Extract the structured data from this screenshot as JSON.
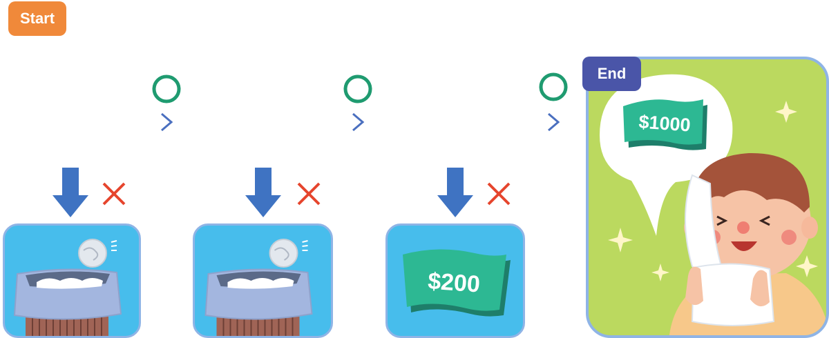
{
  "labels": {
    "start": "Start",
    "end": "End"
  },
  "steps": [
    {
      "result": "circle",
      "gesture": "down-arrow",
      "outcome": "cross",
      "scene": "trash-bin"
    },
    {
      "result": "circle",
      "gesture": "down-arrow",
      "outcome": "cross",
      "scene": "trash-bin"
    },
    {
      "result": "circle",
      "gesture": "down-arrow",
      "outcome": "cross",
      "scene": "money",
      "amount": "$200"
    }
  ],
  "final": {
    "amount": "$1000",
    "scene": "happy-child-with-money-dream"
  },
  "colors": {
    "start_badge": "#f0893a",
    "end_badge": "#4a55a8",
    "circle": "#1f9b70",
    "chevron": "#4a6fbf",
    "arrow": "#3f73c2",
    "cross": "#e6452d",
    "panel_blue": "#47bdec",
    "panel_green": "#bbd95f",
    "bill": "#2db893"
  },
  "icons": [
    "circle-icon",
    "chevron-right-icon",
    "down-arrow-icon",
    "cross-icon",
    "trash-bin-icon",
    "paper-ball-icon",
    "money-bill-icon",
    "child-icon",
    "sparkle-icon"
  ]
}
